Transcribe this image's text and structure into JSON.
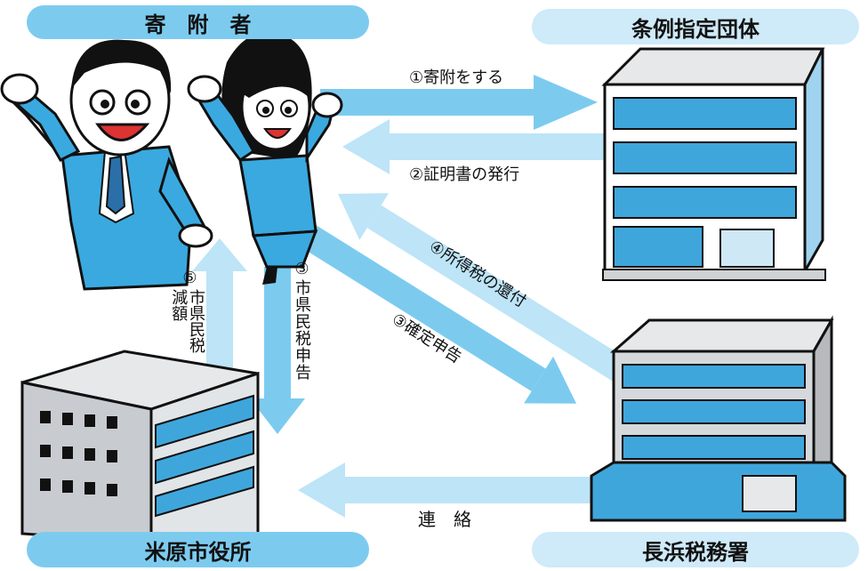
{
  "nodes": {
    "donor": "寄　附　者",
    "org": "条例指定団体",
    "city": "米原市役所",
    "tax_office": "長浜税務署"
  },
  "edges": {
    "donate": "①寄附をする",
    "certificate": "②証明書の発行",
    "tax_return": "③確定申告",
    "refund": "④所得税の還付",
    "resident_filing": "③市県民税申告",
    "reduction_num": "⑤",
    "reduction_text": "市県民税減額",
    "liaison": "連　絡"
  },
  "colors": {
    "arrow_blue": "#7ccbef",
    "arrow_light": "#bde4f7",
    "banner_light": "#cfeaf8",
    "banner_mid": "#7ccbef",
    "suit": "#3aa9e0",
    "building_blue": "#3fa6dc",
    "building_gray": "#c8ccd0"
  }
}
